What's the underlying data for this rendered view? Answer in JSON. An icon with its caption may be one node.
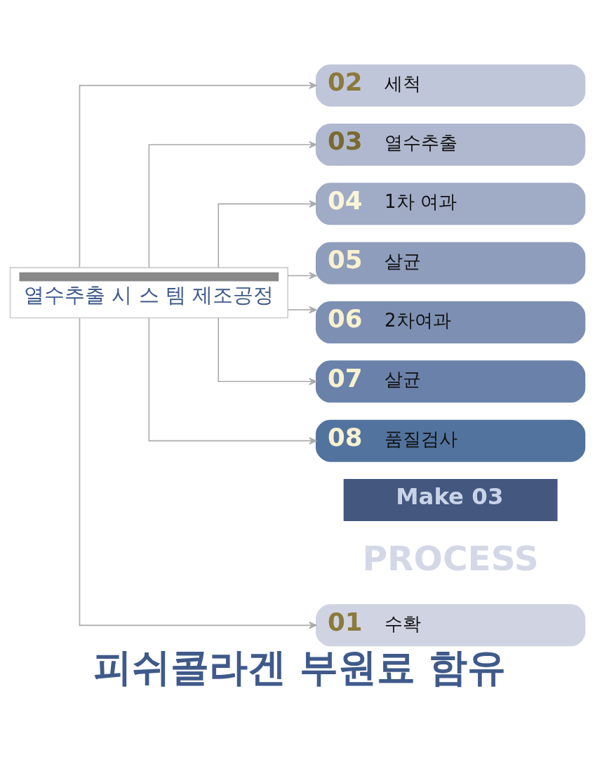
{
  "diagram": {
    "title": "피쉬콜라겐 부원료 함유",
    "nodes": [
      {
        "text": [
          "열수추출 시 스 템 제조공정"
        ]
      },
      {
        "text": [
          "01",
          "수확"
        ]
      },
      {
        "text": [
          "02",
          "세척"
        ]
      },
      {
        "text": [
          "03",
          "열수추출"
        ]
      },
      {
        "text": [
          "04",
          "1차 여과"
        ]
      },
      {
        "text": [
          "05",
          "살균"
        ]
      },
      {
        "text": [
          "06",
          "2차여과"
        ]
      },
      {
        "text": [
          "07",
          "살균"
        ]
      },
      {
        "text": [
          "08",
          "품질검사"
        ]
      },
      {
        "text": [
          "Make 03"
        ]
      }
    ],
    "edges": [
      {
        "from": 0,
        "to": 1,
        "arrow": "to"
      },
      {
        "from": 0,
        "to": 2,
        "arrow": "to"
      },
      {
        "from": 0,
        "to": 3,
        "arrow": "to"
      },
      {
        "from": 0,
        "to": 4,
        "arrow": "to"
      },
      {
        "from": 0,
        "to": 5,
        "arrow": "to"
      },
      {
        "from": 0,
        "to": 6,
        "arrow": "to"
      },
      {
        "from": 0,
        "to": 7,
        "arrow": "to"
      },
      {
        "from": 0,
        "to": 8,
        "arrow": "to"
      }
    ],
    "labels": [
      "PROCESS"
    ]
  }
}
